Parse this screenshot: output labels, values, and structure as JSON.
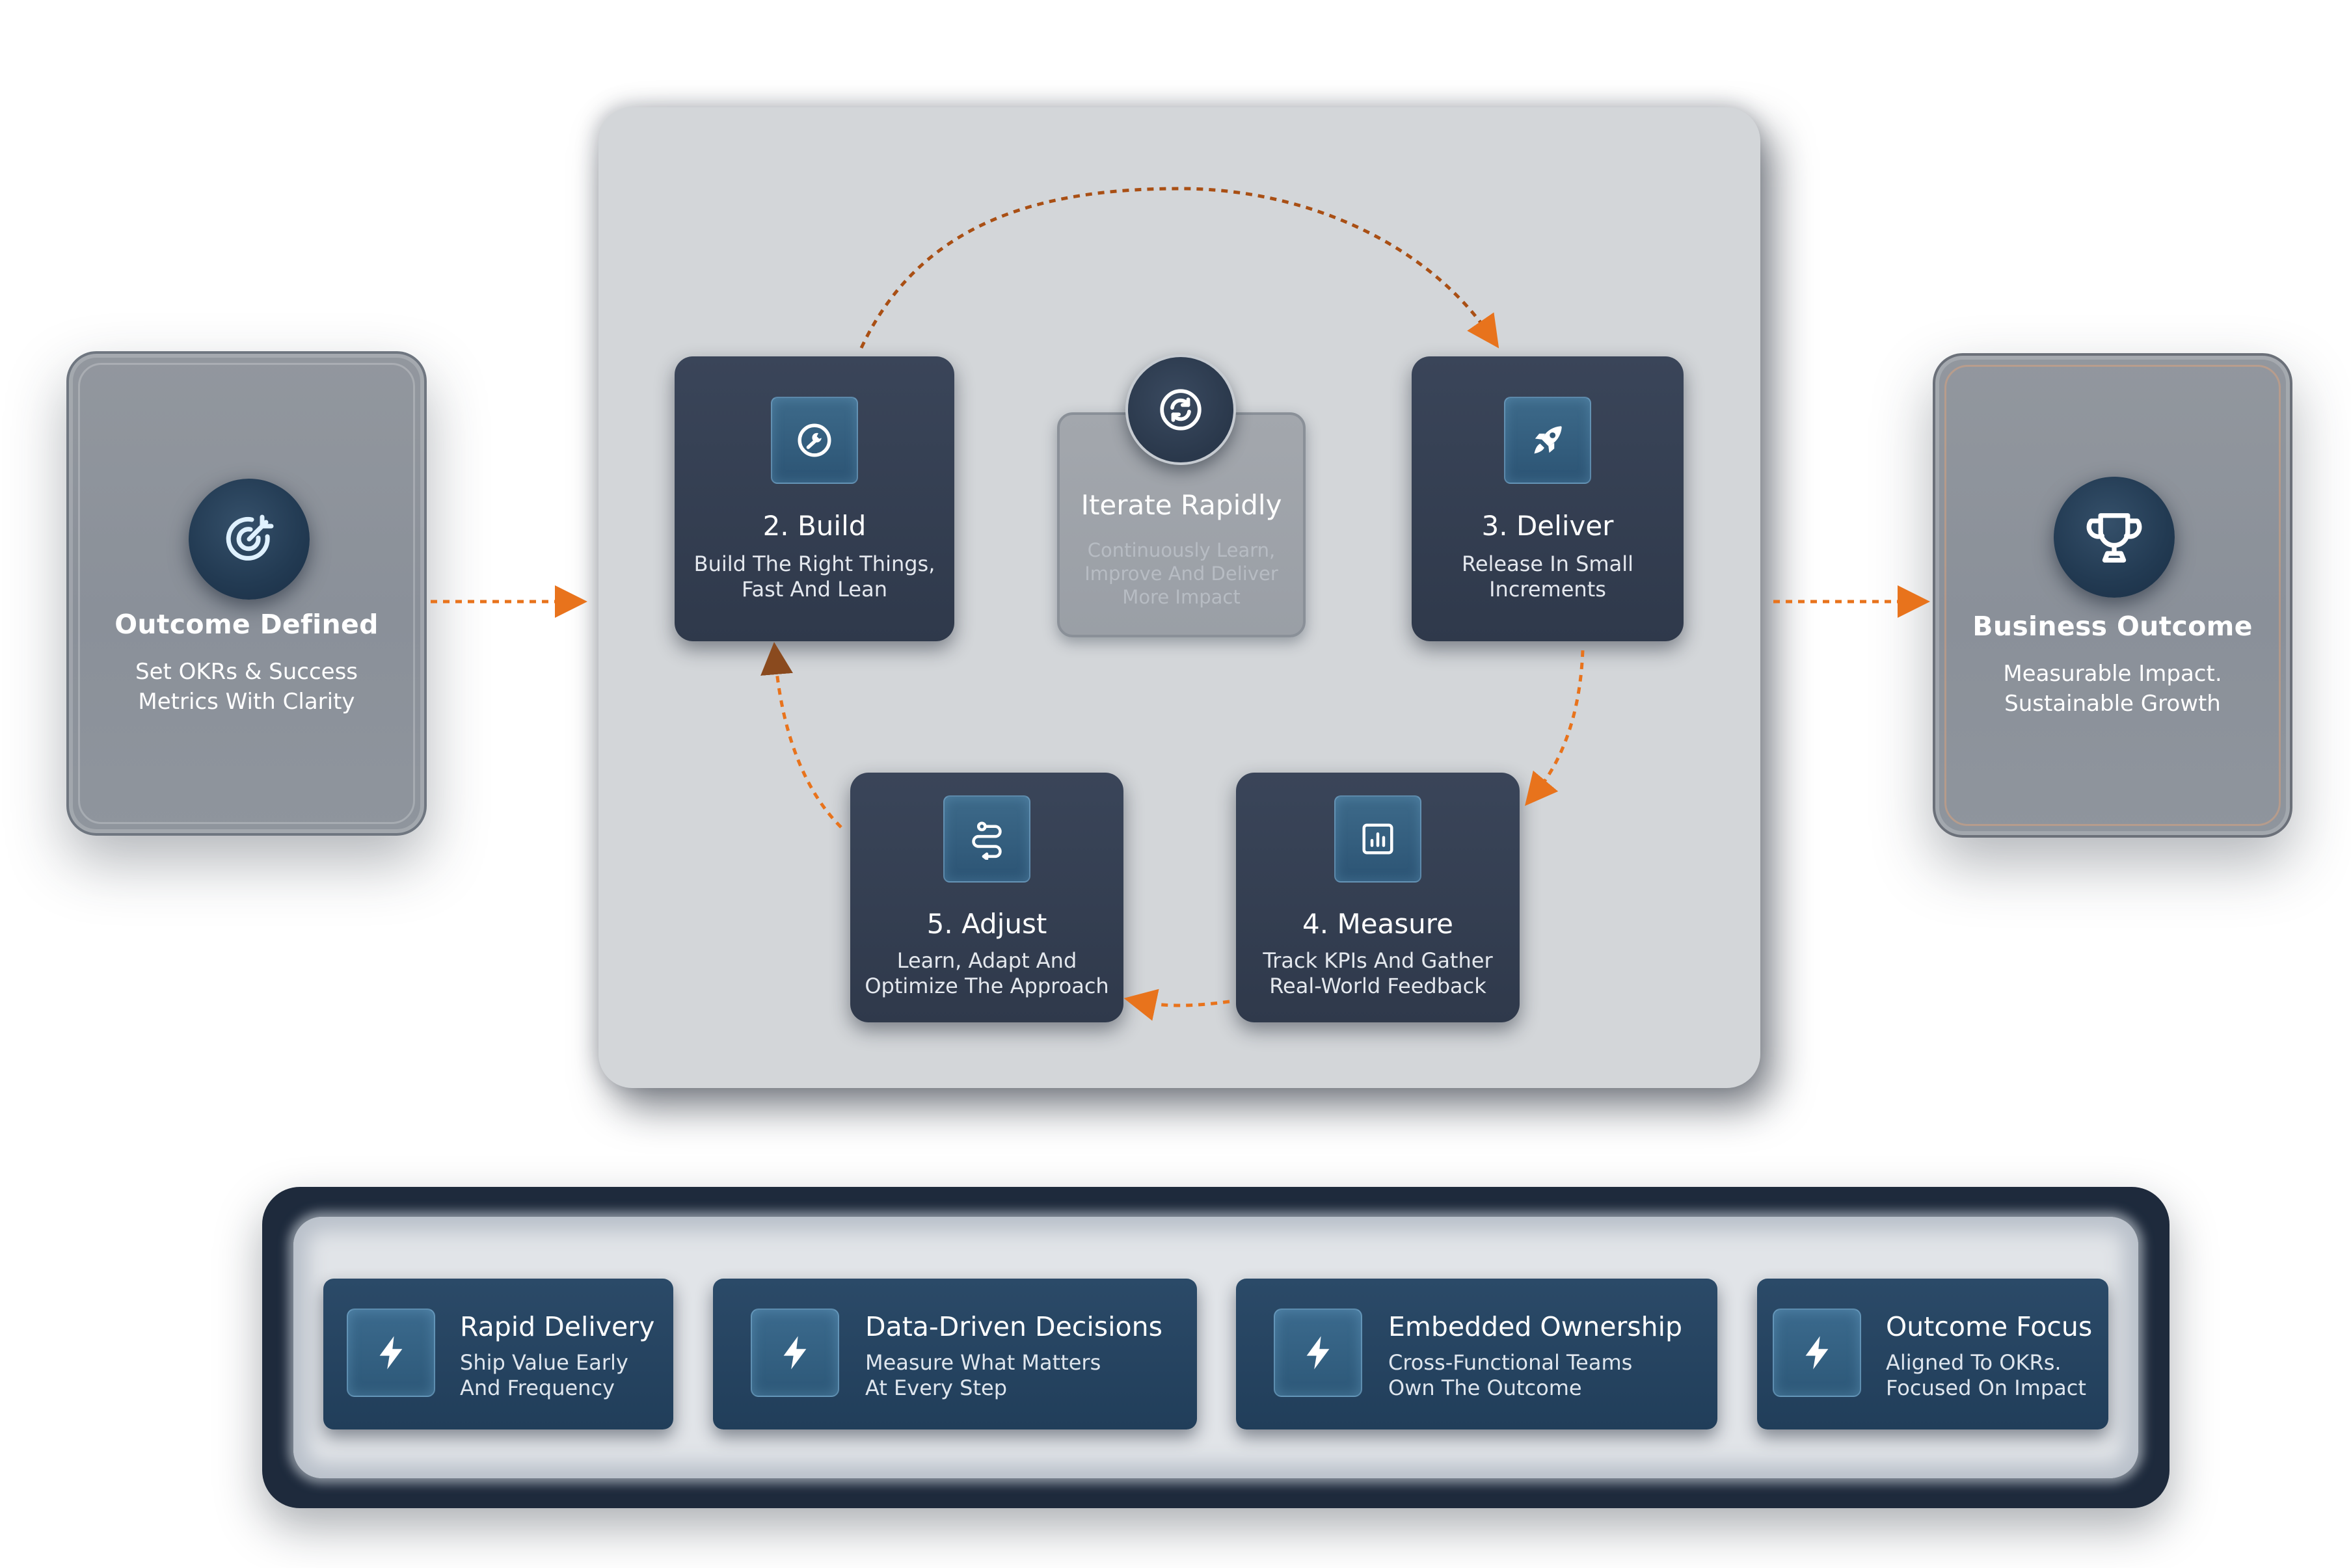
{
  "left_card": {
    "title": "Outcome Defined",
    "desc_line1": "Set OKRs & Success",
    "desc_line2": "Metrics With Clarity",
    "icon": "target-icon"
  },
  "right_card": {
    "title": "Business Outcome",
    "desc_line1": "Measurable Impact.",
    "desc_line2": "Sustainable Growth",
    "icon": "trophy-icon"
  },
  "center": {
    "iterate": {
      "title": "Iterate Rapidly",
      "desc_line1": "Continuously Learn,",
      "desc_line2": "Improve And Deliver",
      "desc_line3": "More Impact",
      "icon": "refresh-icon"
    },
    "steps": [
      {
        "title": "2. Build",
        "desc_line1": "Build The Right Things,",
        "desc_line2": "Fast And Lean",
        "icon": "wrench-icon"
      },
      {
        "title": "3. Deliver",
        "desc_line1": "Release In Small",
        "desc_line2": "Increments",
        "icon": "rocket-icon"
      },
      {
        "title": "4. Measure",
        "desc_line1": "Track KPIs And Gather",
        "desc_line2": "Real-World Feedback",
        "icon": "bar-chart-icon"
      },
      {
        "title": "5. Adjust",
        "desc_line1": "Learn, Adapt And",
        "desc_line2": "Optimize The Approach",
        "icon": "route-icon"
      }
    ]
  },
  "features": [
    {
      "title": "Rapid Delivery",
      "desc_line1": "Ship Value Early",
      "desc_line2": "And Frequency",
      "icon": "lightning-icon"
    },
    {
      "title": "Data-Driven Decisions",
      "desc_line1": "Measure What Matters",
      "desc_line2": "At Every Step",
      "icon": "lightning-icon"
    },
    {
      "title": "Embedded Ownership",
      "desc_line1": "Cross-Functional Teams",
      "desc_line2": "Own The Outcome",
      "icon": "lightning-icon"
    },
    {
      "title": "Outcome Focus",
      "desc_line1": "Aligned To OKRs.",
      "desc_line2": "Focused On Impact",
      "icon": "lightning-icon"
    }
  ],
  "colors": {
    "accent_arrow": "#e8731c",
    "card_dark": "#2f394b",
    "feature_card": "#234160",
    "panel_bg": "#d3d6d9"
  }
}
